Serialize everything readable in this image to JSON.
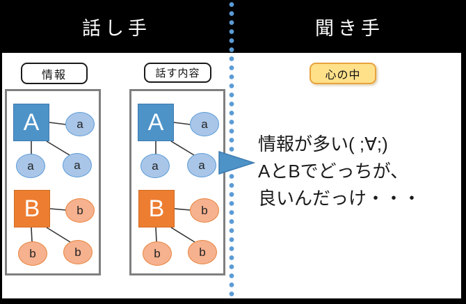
{
  "header": {
    "left_title": "話し手",
    "right_title": "聞き手"
  },
  "labels": {
    "info": "情報",
    "speak_content": "話す内容",
    "mind": "心の中"
  },
  "tree": {
    "parent_a": "A",
    "child_a": "a",
    "parent_b": "B",
    "child_b": "b"
  },
  "thought": {
    "line1": "情報が多い( ;∀;)",
    "line2": "AとBでどっちが、",
    "line3": "良いんだっけ・・・"
  },
  "colors": {
    "banner_bg": "#000000",
    "divider_dot": "#5B9BD5",
    "blue_square": "#4D93C8",
    "blue_circle": "#A9C6E9",
    "blue_circle_border": "#5B9BD5",
    "orange_square": "#ED7D31",
    "orange_circle": "#F6B18F",
    "orange_circle_border": "#E8833A",
    "mind_fill": "#FFE18A",
    "mind_border": "#E8A33D",
    "arrow_fill": "#4E93C8",
    "tree_box_border": "#7F7F7F"
  }
}
